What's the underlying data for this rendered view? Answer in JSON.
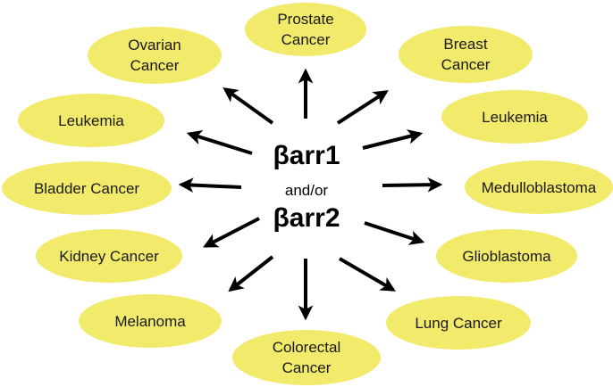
{
  "center": {
    "top": "βarr1",
    "middle": "and/or",
    "bottom": "βarr2"
  },
  "nodes": [
    {
      "id": "prostate",
      "lines": [
        "Prostate",
        "Cancer"
      ]
    },
    {
      "id": "ovarian",
      "lines": [
        "Ovarian",
        "Cancer"
      ]
    },
    {
      "id": "breast",
      "lines": [
        "Breast",
        "Cancer"
      ]
    },
    {
      "id": "leukemia-left",
      "lines": [
        "Leukemia"
      ]
    },
    {
      "id": "leukemia-right",
      "lines": [
        "Leukemia"
      ]
    },
    {
      "id": "bladder",
      "lines": [
        "Bladder Cancer"
      ]
    },
    {
      "id": "medulloblastoma",
      "lines": [
        "Medulloblastoma"
      ]
    },
    {
      "id": "kidney",
      "lines": [
        "Kidney Cancer"
      ]
    },
    {
      "id": "glioblastoma",
      "lines": [
        "Glioblastoma"
      ]
    },
    {
      "id": "melanoma",
      "lines": [
        "Melanoma"
      ]
    },
    {
      "id": "lung",
      "lines": [
        "Lung Cancer"
      ]
    },
    {
      "id": "colorectal",
      "lines": [
        "Colorectal",
        "Cancer"
      ]
    }
  ],
  "colors": {
    "node_fill": "#f2ea6b",
    "arrow": "#000000"
  }
}
